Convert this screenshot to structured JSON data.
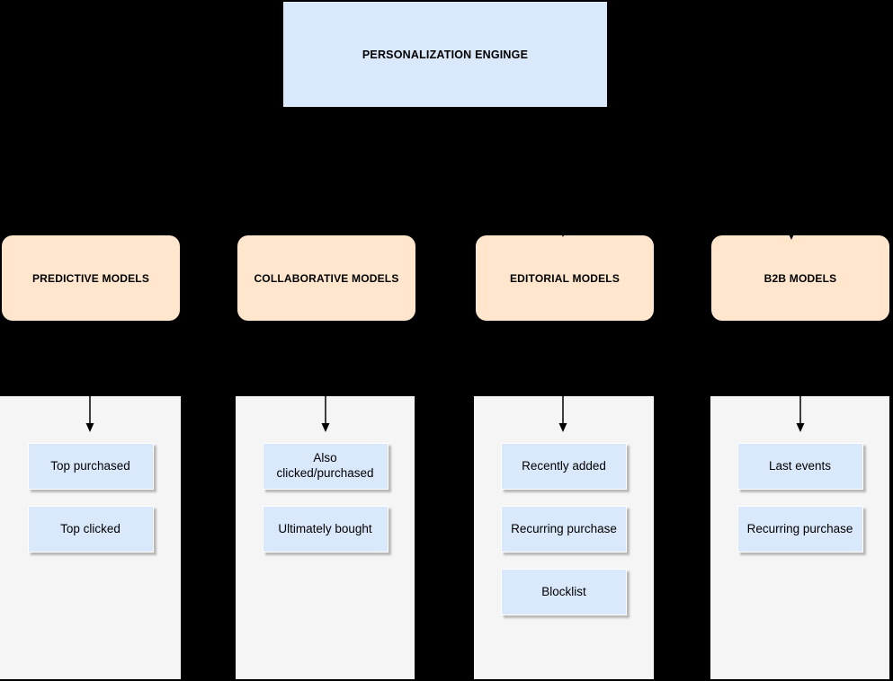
{
  "page": {
    "background_color": "#000000"
  },
  "diagram": {
    "root": {
      "label": "PERSONALIZATION ENGINGE"
    },
    "branches": [
      {
        "label": "PREDICTIVE MODELS",
        "items": [
          "Top purchased",
          "Top clicked"
        ]
      },
      {
        "label": "COLLABORATIVE MODELS",
        "items": [
          "Also clicked/purchased",
          "Ultimately bought"
        ]
      },
      {
        "label": "EDITORIAL MODELS",
        "items": [
          "Recently added",
          "Recurring purchase",
          "Blocklist"
        ]
      },
      {
        "label": "B2B MODELS",
        "items": [
          "Last events",
          "Recurring purchase"
        ]
      }
    ],
    "colors": {
      "root_and_item_fill": "#dae8fc",
      "branch_header_fill": "#ffe6cc",
      "container_fill": "#f5f5f5",
      "connector": "#000000",
      "text": "#000000",
      "background": "#000000"
    }
  }
}
